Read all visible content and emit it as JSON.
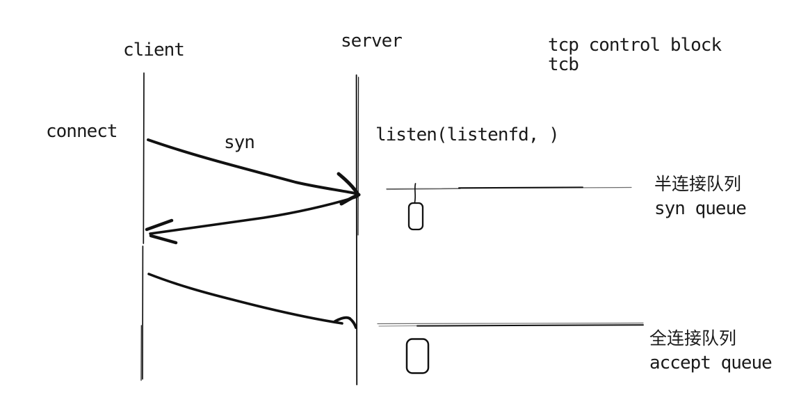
{
  "colors": {
    "ink": "#161616",
    "stroke": "#111111",
    "background": "#ffffff"
  },
  "actors": {
    "client": {
      "label": "client"
    },
    "server": {
      "label": "server"
    }
  },
  "annotations": {
    "tcb_line1": "tcp control block",
    "tcb_line2": "tcb",
    "connect": "connect",
    "syn": "syn",
    "listen_call": "listen(listenfd, )"
  },
  "queues": {
    "syn_queue": {
      "label_zh": "半连接队列",
      "label_en": "syn queue"
    },
    "accept_queue": {
      "label_zh": "全连接队列",
      "label_en": "accept queue"
    }
  }
}
